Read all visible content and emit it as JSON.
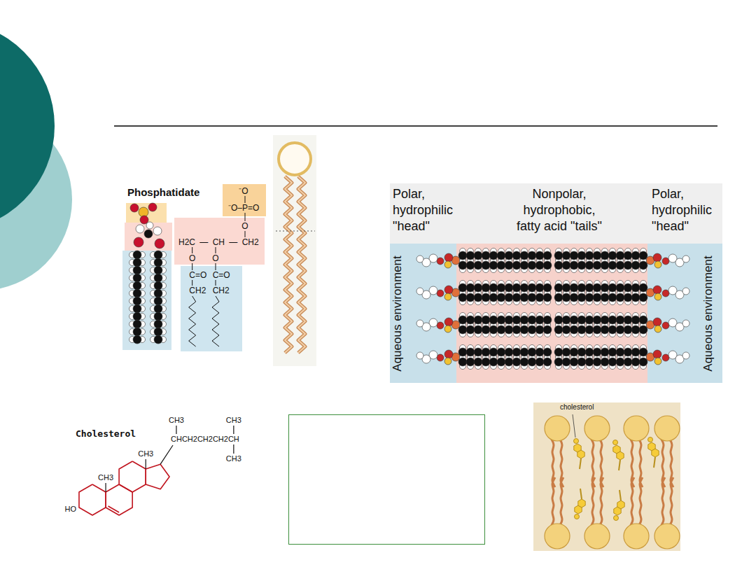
{
  "diagram": {
    "nodes": [
      {
        "text": [
          "⁻O",
          "⁻O–P=O"
        ]
      },
      {
        "text": [
          "O",
          "H2C — CH — CH2",
          "O",
          "O"
        ]
      },
      {
        "text": [
          "C=O",
          "C=O",
          "CH2",
          "CH2"
        ]
      },
      {
        "text": [
          "Aqueous environment"
        ]
      },
      {
        "text": [
          "Aqueous environment"
        ]
      }
    ],
    "labels": [
      "Phosphatidate",
      "Polar, hydrophilic \"head\"",
      "Nonpolar, hydrophobic, fatty acid \"tails\"",
      "Polar, hydrophilic \"head\"",
      "Cholesterol",
      "CH3",
      "CHCH2CH2CH2CH",
      "CH3",
      "CH3",
      "CH3",
      "CH3",
      "HO",
      "cholesterol"
    ]
  }
}
